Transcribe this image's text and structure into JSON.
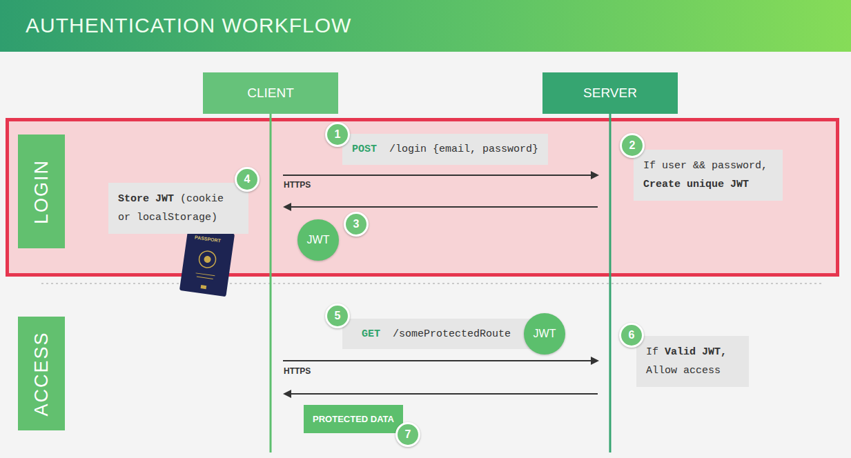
{
  "diagram": {
    "title": "AUTHENTICATION WORKFLOW",
    "nodes": [
      {
        "text": [
          "CLIENT"
        ]
      },
      {
        "text": [
          "SERVER"
        ]
      },
      {
        "text": [
          "LOGIN"
        ]
      },
      {
        "text": [
          "POST",
          "/login {email, password}"
        ],
        "in": 2
      },
      {
        "text": [
          "If user && password,",
          "Create unique JWT"
        ],
        "in": 2
      },
      {
        "text": [
          "Store JWT",
          "(cookie or localStorage)"
        ],
        "in": 2
      },
      {
        "text": [
          "JWT"
        ],
        "in": 2
      },
      {
        "text": [
          "ACCESS"
        ]
      },
      {
        "text": [
          "GET",
          "/someProtectedRoute"
        ]
      },
      {
        "text": [
          "JWT"
        ]
      },
      {
        "text": [
          "If",
          "Valid JWT,",
          "Allow access"
        ]
      },
      {
        "text": [
          "PROTECTED DATA"
        ]
      }
    ],
    "labels": [
      "1",
      "2",
      "3",
      "4",
      "5",
      "6",
      "7",
      "HTTPS",
      "HTTPS",
      "PASSPORT"
    ]
  }
}
